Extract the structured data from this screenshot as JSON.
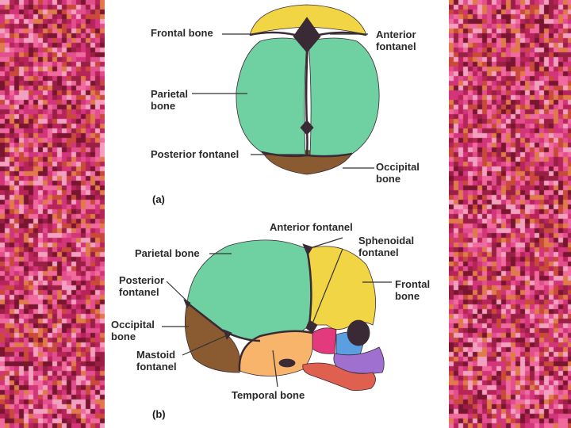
{
  "colors": {
    "frontal": "#f2d544",
    "parietal": "#6fd0a2",
    "occipital": "#8a5a30",
    "temporal": "#f7b46a",
    "sphenoid": "#e23a7c",
    "maxilla": "#a070d0",
    "mandible": "#e06050",
    "nasal": "#5aa0e0",
    "suture": "#3a2a35",
    "page": "#ffffff",
    "backdrop": [
      "#b8245a",
      "#d2357a",
      "#e34f8d",
      "#9a1f44",
      "#f06a9e",
      "#c94a3a",
      "#7a1530",
      "#e07a4a",
      "#f2a0c0"
    ]
  },
  "diagram_a": {
    "label": "(a)",
    "labels": {
      "frontal_bone": "Frontal bone",
      "anterior_fontanel": "Anterior\nfontanel",
      "parietal_bone": "Parietal\nbone",
      "posterior_fontanel": "Posterior fontanel",
      "occipital_bone": "Occipital\nbone"
    }
  },
  "diagram_b": {
    "label": "(b)",
    "labels": {
      "anterior_fontanel": "Anterior fontanel",
      "sphenoidal_fontanel": "Sphenoidal\nfontanel",
      "parietal_bone": "Parietal bone",
      "posterior_fontanel": "Posterior\nfontanel",
      "frontal_bone": "Frontal\nbone",
      "occipital_bone": "Occipital\nbone",
      "mastoid_fontanel": "Mastoid\nfontanel",
      "temporal_bone": "Temporal bone"
    }
  }
}
